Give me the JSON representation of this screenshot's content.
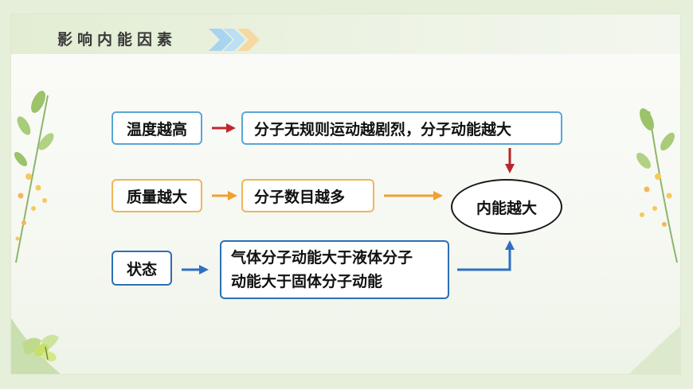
{
  "header": {
    "title": "影响内能因素"
  },
  "diagram": {
    "cause_temperature": "温度越高",
    "effect_temperature": "分子无规则运动越剧烈，分子动能越大",
    "cause_mass": "质量越大",
    "effect_mass": "分子数目越多",
    "cause_state": "状态",
    "effect_state_line1": "气体分子动能大于液体分子",
    "effect_state_line2": "动能大于固体分子动能",
    "result": "内能越大"
  },
  "colors": {
    "arrow_temperature": "#c0272d",
    "arrow_mass": "#f0a030",
    "arrow_state": "#2e6fc2",
    "box_blue_border": "#5aa6d6",
    "box_orange_border": "#f0b45a",
    "box_navy_border": "#2b6fb6"
  }
}
